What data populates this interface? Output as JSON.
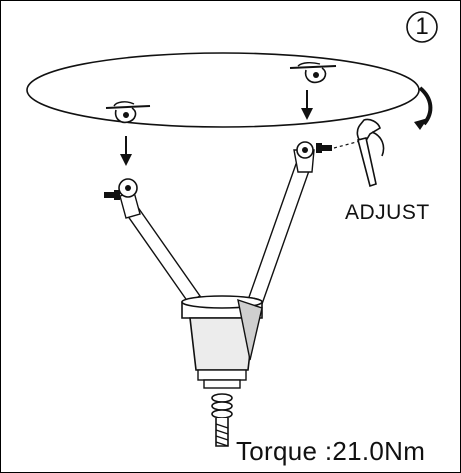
{
  "step": {
    "number": "1"
  },
  "labels": {
    "adjust": "ADJUST",
    "torque": "Torque :21.0Nm"
  },
  "colors": {
    "line": "#111111",
    "body_fill": "#ececec",
    "shade": "#cfcfcf"
  }
}
